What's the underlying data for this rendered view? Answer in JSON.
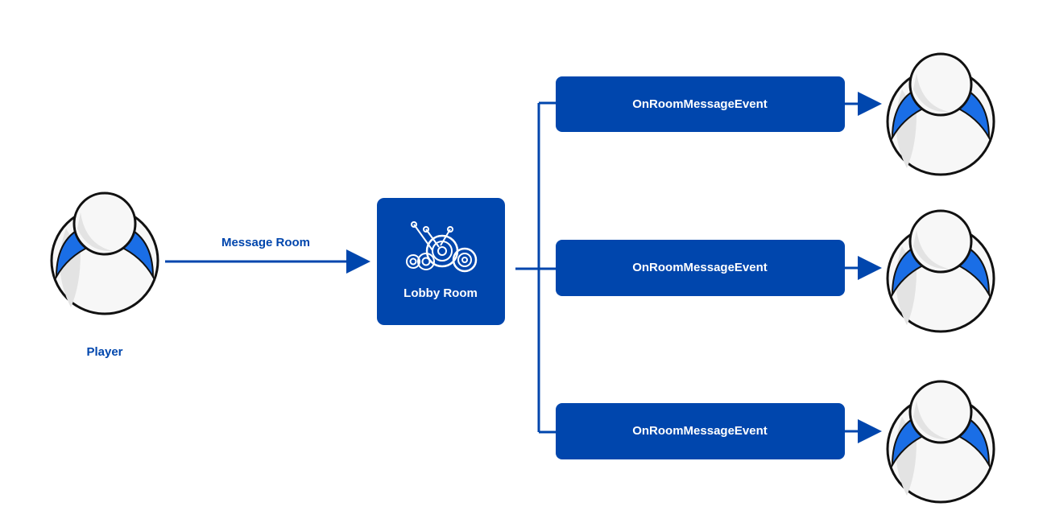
{
  "diagram": {
    "sender": {
      "label": "Player",
      "icon": "user-icon"
    },
    "message": {
      "label": "Message Room"
    },
    "room": {
      "label": "Lobby Room",
      "icon": "yarn-balls-logo-icon"
    },
    "events": [
      {
        "label": "OnRoomMessageEvent",
        "recipient_icon": "user-icon"
      },
      {
        "label": "OnRoomMessageEvent",
        "recipient_icon": "user-icon"
      },
      {
        "label": "OnRoomMessageEvent",
        "recipient_icon": "user-icon"
      }
    ]
  },
  "colors": {
    "primary": "#0046ad",
    "avatar_blue": "#1a6ee6",
    "avatar_gray": "#e3e3e3",
    "avatar_light": "#f7f7f7",
    "outline": "#111111",
    "text_on_primary": "#ffffff"
  }
}
